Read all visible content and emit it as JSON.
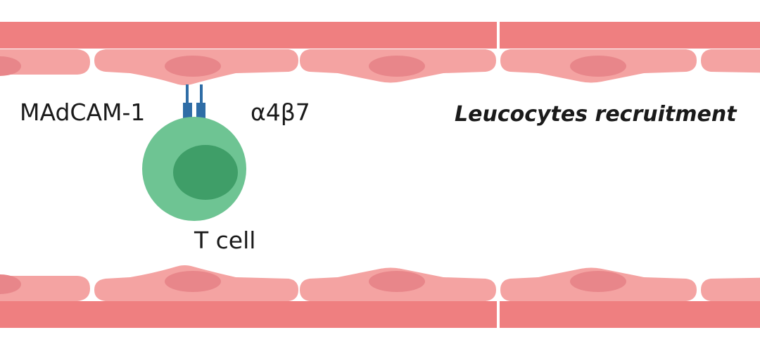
{
  "labels": {
    "ligand": "MAdCAM-1",
    "integrin": "α4β7",
    "cell": "T cell",
    "title": "Leucocytes recruitment"
  },
  "colors": {
    "vessel_wall": "#ef7f80",
    "endothelial_cell": "#f4a3a2",
    "nucleus": "#e8868a",
    "t_cell_body": "#6ec493",
    "t_cell_nucleus": "#3f9e68",
    "integrin": "#2f6da6",
    "text": "#1a1a1a"
  },
  "icons": [
    "endothelial-cell-icon",
    "t-cell-icon",
    "integrin-receptor-icon"
  ]
}
